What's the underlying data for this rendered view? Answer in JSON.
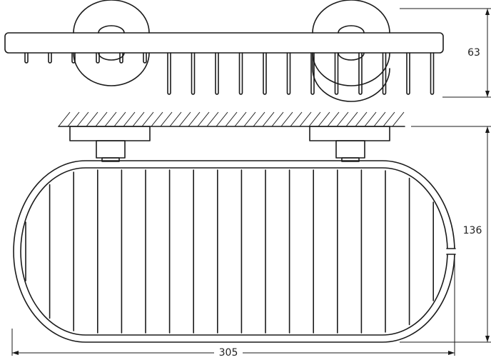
{
  "dimensions": {
    "height_side_view": "63",
    "depth_top_view": "136",
    "width_total": "305"
  },
  "colors": {
    "line": "#1a1a1a",
    "background": "#ffffff"
  }
}
